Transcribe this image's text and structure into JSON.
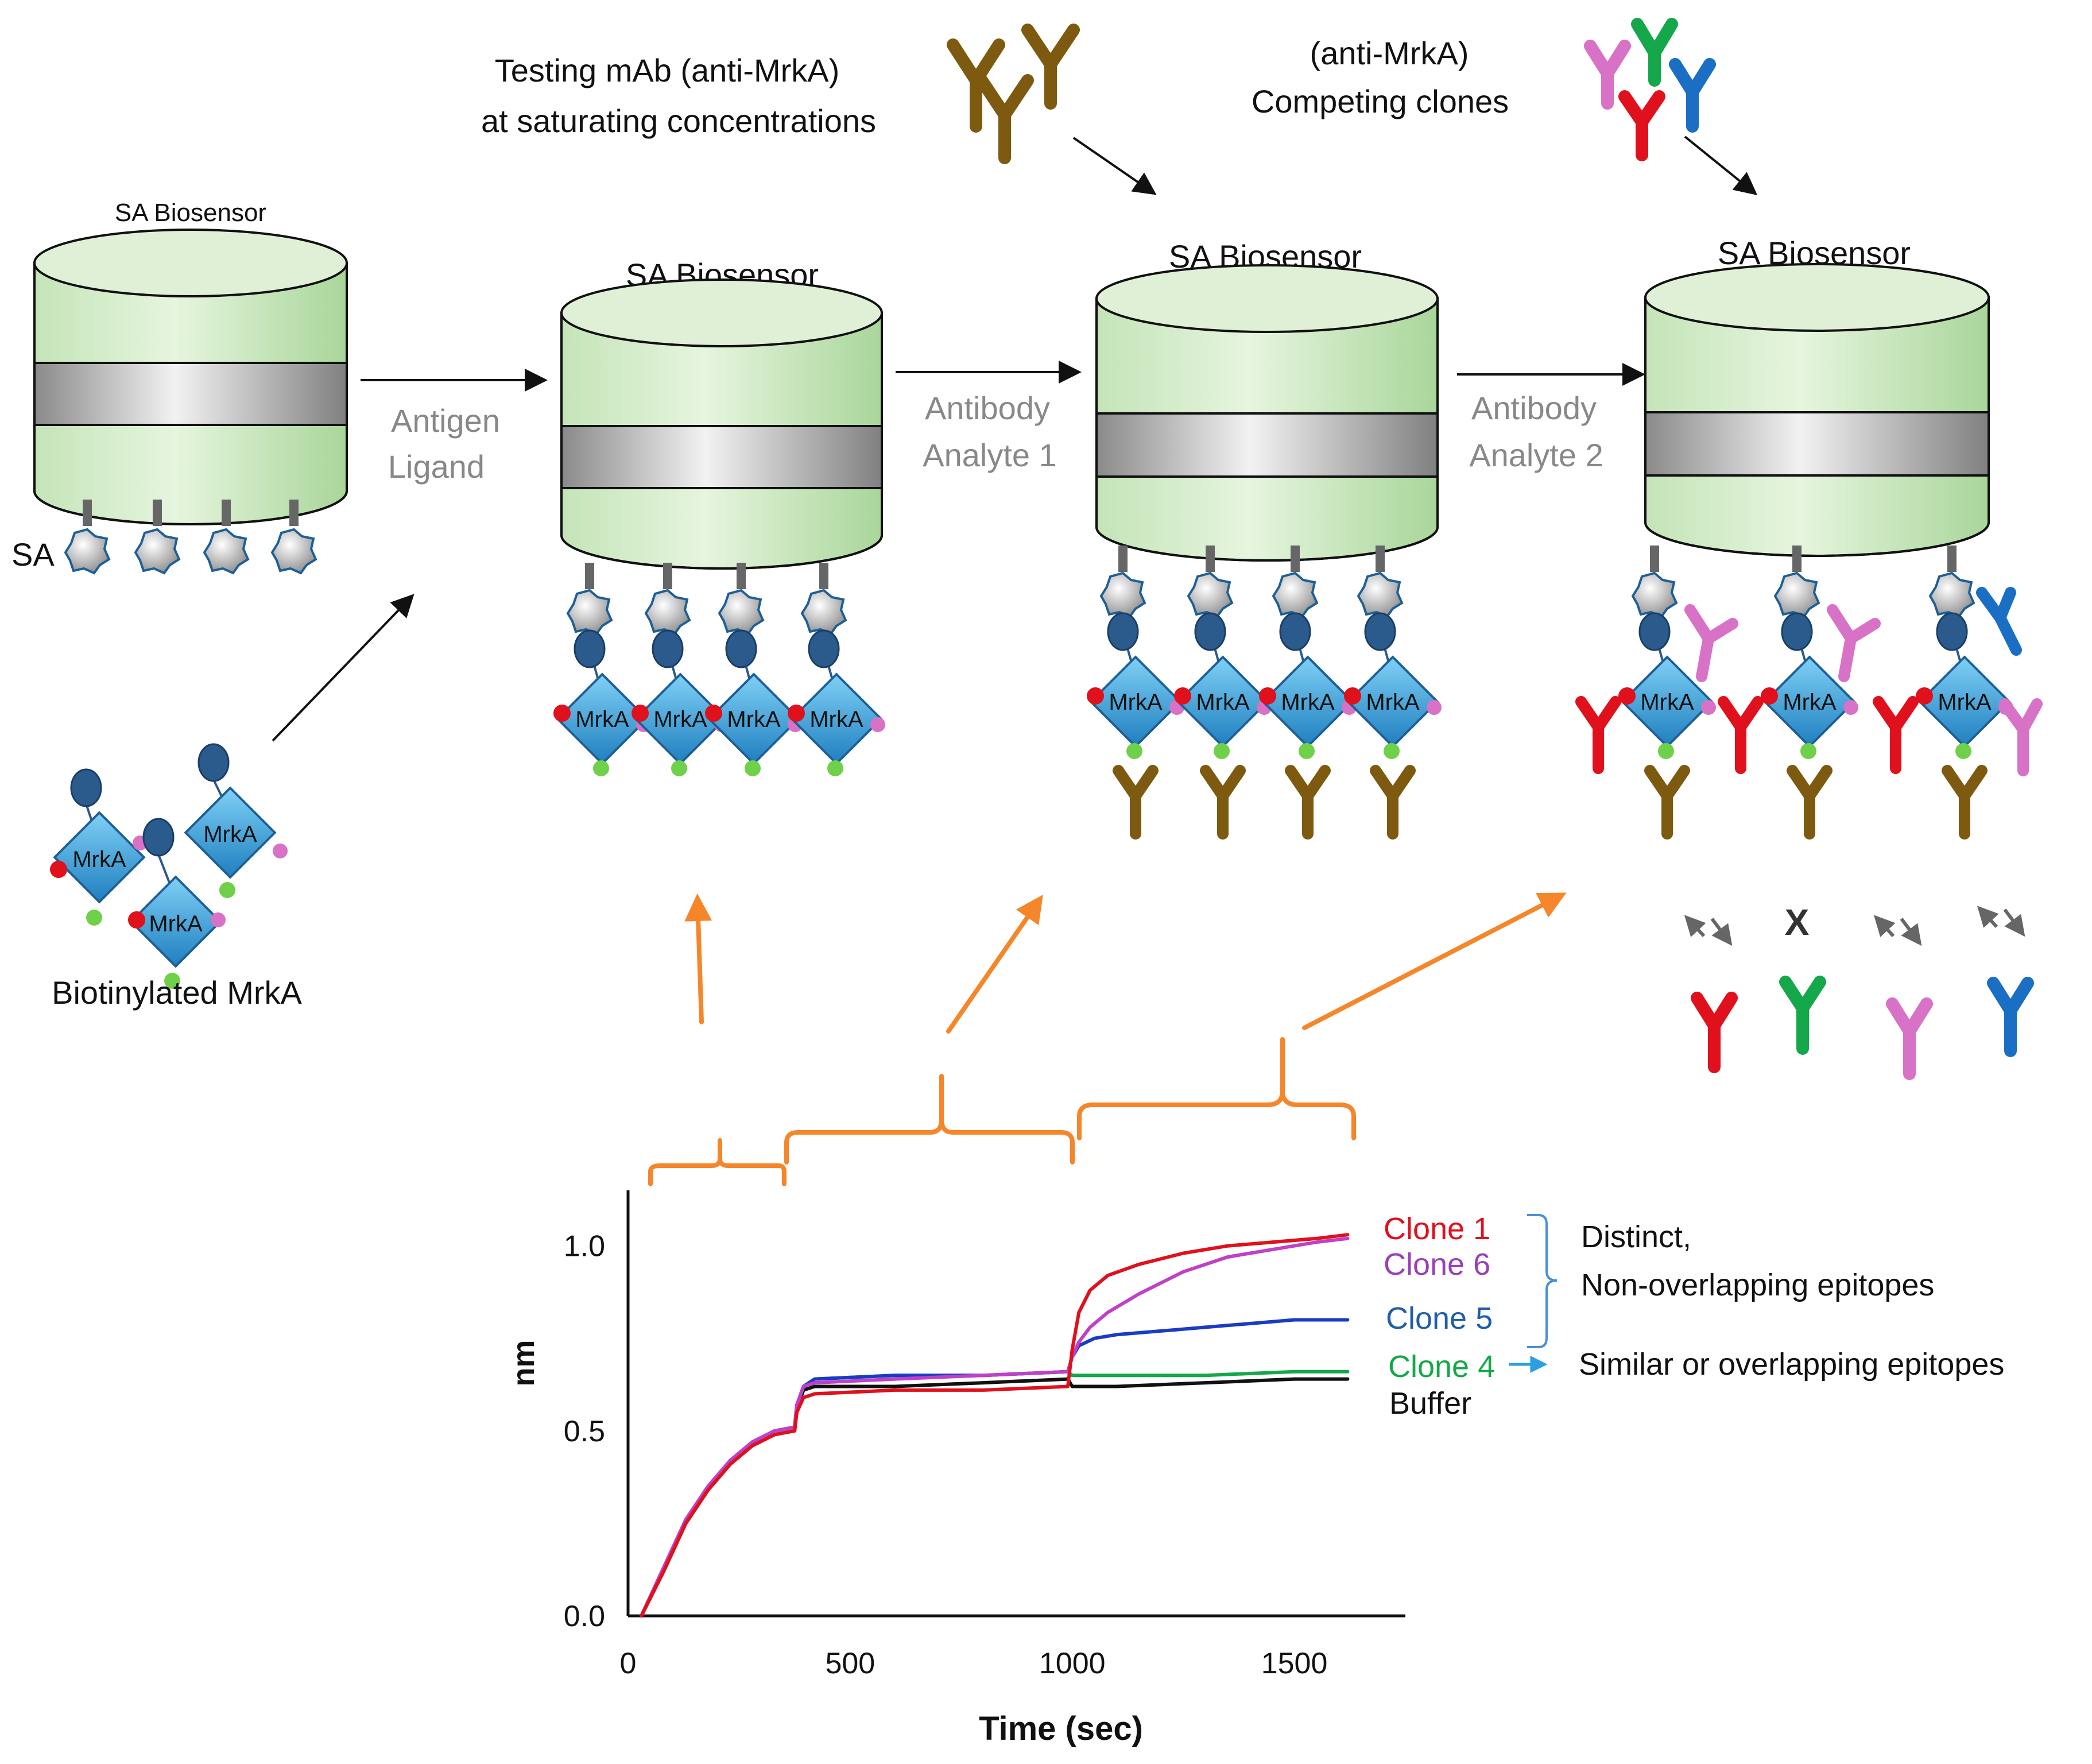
{
  "top_labels": {
    "testing_line1": "Testing mAb (anti-MrkA)",
    "testing_line2": "at saturating concentrations",
    "competing_line1": "(anti-MrkA)",
    "competing_line2": "Competing clones"
  },
  "sensors": {
    "label_small": "SA Biosensor",
    "label": "SA Biosensor",
    "sa_label": "SA"
  },
  "steps": {
    "step1_line1": "Antigen",
    "step1_line2": "Ligand",
    "step2_line1": "Antibody",
    "step2_line2": "Analyte 1",
    "step3_line1": "Antibody",
    "step3_line2": "Analyte 2"
  },
  "antigen": {
    "name": "MrkA",
    "biotinylated_label": "Biotinylated MrkA"
  },
  "competition": {
    "blocked_mark": "X"
  },
  "colors": {
    "sensor_green": "#cfeac5",
    "band_gray": "#9a9a9a",
    "mab_brown": "#7d5a0f",
    "clone_red": "#e0101c",
    "clone_green": "#15a84a",
    "clone_pink": "#d872c6",
    "clone_blue": "#1a6fc4",
    "orange": "#f5862a",
    "mrka_blue": "#3a9fd6"
  },
  "chart_data": {
    "type": "line",
    "xlabel": "Time (sec)",
    "ylabel": "nm",
    "xlim": [
      0,
      1750
    ],
    "ylim": [
      0,
      1.15
    ],
    "xticks": [
      "0",
      "500",
      "1000",
      "1500"
    ],
    "yticks": [
      "0.0",
      "0.5",
      "1.0"
    ],
    "series": [
      {
        "name": "Clone 1",
        "color": "#e0101c",
        "x": [
          30,
          80,
          130,
          180,
          230,
          280,
          330,
          375,
          380,
          395,
          420,
          600,
          800,
          990,
          1000,
          1015,
          1040,
          1080,
          1150,
          1250,
          1350,
          1450,
          1550,
          1620
        ],
        "y": [
          0.0,
          0.12,
          0.25,
          0.34,
          0.41,
          0.46,
          0.49,
          0.5,
          0.55,
          0.59,
          0.6,
          0.61,
          0.61,
          0.62,
          0.72,
          0.82,
          0.88,
          0.92,
          0.95,
          0.98,
          1.0,
          1.01,
          1.02,
          1.03
        ]
      },
      {
        "name": "Clone 6",
        "color": "#c040c8",
        "x": [
          30,
          80,
          130,
          180,
          230,
          280,
          330,
          375,
          380,
          395,
          420,
          600,
          800,
          990,
          1000,
          1015,
          1040,
          1080,
          1150,
          1250,
          1350,
          1450,
          1550,
          1620
        ],
        "y": [
          0.0,
          0.13,
          0.26,
          0.35,
          0.42,
          0.47,
          0.5,
          0.51,
          0.57,
          0.62,
          0.63,
          0.64,
          0.65,
          0.66,
          0.7,
          0.74,
          0.78,
          0.82,
          0.87,
          0.93,
          0.97,
          0.99,
          1.01,
          1.02
        ]
      },
      {
        "name": "Clone 5",
        "color": "#1a3cc4",
        "x": [
          30,
          80,
          130,
          180,
          230,
          280,
          330,
          375,
          380,
          395,
          420,
          600,
          800,
          990,
          1000,
          1015,
          1050,
          1100,
          1200,
          1300,
          1400,
          1500,
          1620
        ],
        "y": [
          0.0,
          0.13,
          0.26,
          0.35,
          0.42,
          0.47,
          0.5,
          0.51,
          0.57,
          0.62,
          0.64,
          0.65,
          0.65,
          0.66,
          0.7,
          0.73,
          0.75,
          0.76,
          0.77,
          0.78,
          0.79,
          0.8,
          0.8
        ]
      },
      {
        "name": "Clone 4",
        "color": "#15a84a",
        "x": [
          30,
          80,
          130,
          180,
          230,
          280,
          330,
          375,
          380,
          395,
          420,
          600,
          800,
          990,
          1000,
          1100,
          1300,
          1500,
          1620
        ],
        "y": [
          0.0,
          0.13,
          0.26,
          0.35,
          0.42,
          0.47,
          0.5,
          0.51,
          0.57,
          0.62,
          0.64,
          0.65,
          0.65,
          0.66,
          0.65,
          0.65,
          0.65,
          0.66,
          0.66
        ]
      },
      {
        "name": "Buffer",
        "color": "#111111",
        "x": [
          30,
          80,
          130,
          180,
          230,
          280,
          330,
          375,
          380,
          395,
          420,
          600,
          800,
          990,
          1000,
          1100,
          1300,
          1500,
          1620
        ],
        "y": [
          0.0,
          0.12,
          0.25,
          0.34,
          0.41,
          0.46,
          0.49,
          0.5,
          0.56,
          0.61,
          0.62,
          0.62,
          0.63,
          0.64,
          0.62,
          0.62,
          0.63,
          0.64,
          0.64
        ]
      }
    ],
    "legend_labels": {
      "clone1": "Clone 1",
      "clone6": "Clone 6",
      "clone5": "Clone 5",
      "clone4": "Clone 4",
      "buffer": "Buffer"
    },
    "annotations": {
      "distinct_line1": "Distinct,",
      "distinct_line2": "Non-overlapping epitopes",
      "similar": "Similar or overlapping epitopes"
    }
  }
}
